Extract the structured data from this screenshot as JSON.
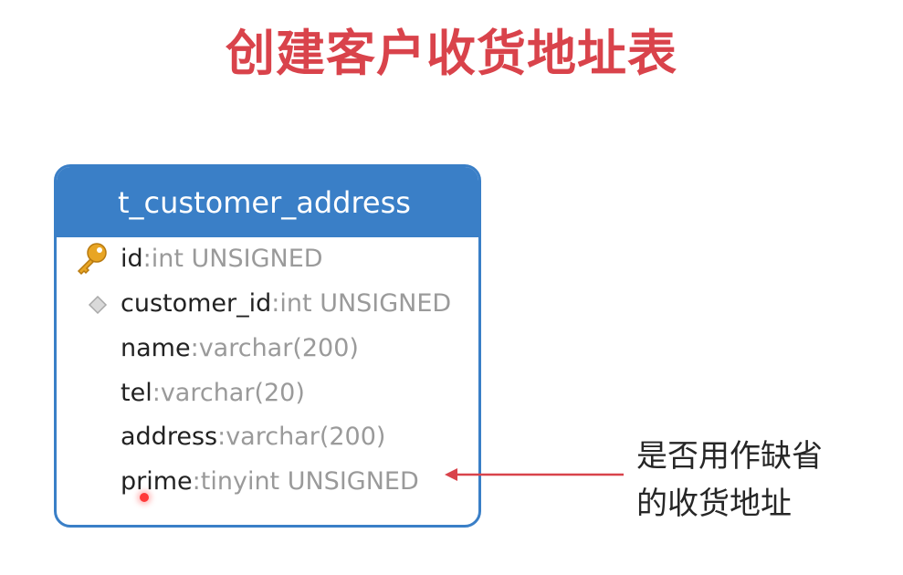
{
  "title": "创建客户收货地址表",
  "table": {
    "name": "t_customer_address",
    "fields": [
      {
        "name": "id",
        "type": "int UNSIGNED",
        "icon": "primary-key-icon"
      },
      {
        "name": "customer_id",
        "type": "int UNSIGNED",
        "icon": "foreign-key-diamond-icon"
      },
      {
        "name": "name",
        "type": "varchar(200)",
        "icon": ""
      },
      {
        "name": "tel",
        "type": "varchar(20)",
        "icon": ""
      },
      {
        "name": "address",
        "type": "varchar(200)",
        "icon": ""
      },
      {
        "name": "prime",
        "type": "tinyint UNSIGNED",
        "icon": ""
      }
    ]
  },
  "annotation": {
    "line1": "是否用作缺省",
    "line2": "的收货地址"
  },
  "colors": {
    "title": "#d9434b",
    "header": "#3a7fc7",
    "arrow": "#d9434b"
  }
}
